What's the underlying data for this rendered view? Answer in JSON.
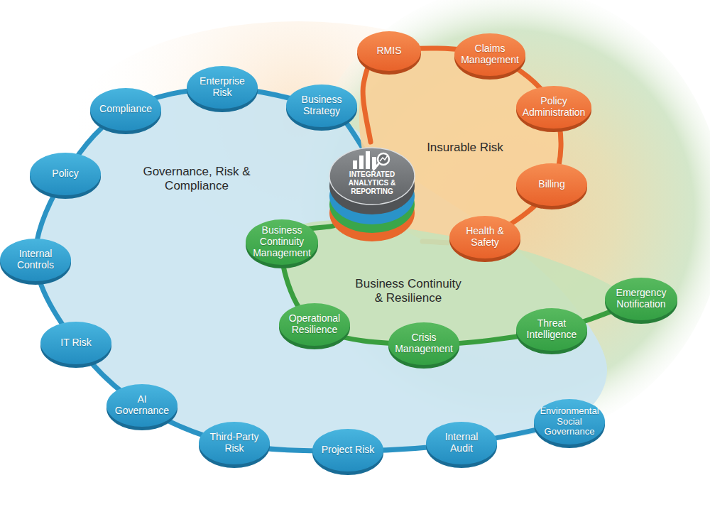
{
  "diagram": {
    "nodes": [
      {
        "text": [
          "Governance, Risk & Compliance"
        ]
      },
      {
        "text": [
          "Compliance"
        ],
        "in": 0
      },
      {
        "text": [
          "Enterprise Risk"
        ],
        "in": 0
      },
      {
        "text": [
          "Business Strategy"
        ],
        "in": 0
      },
      {
        "text": [
          "Policy"
        ],
        "in": 0
      },
      {
        "text": [
          "Internal Controls"
        ],
        "in": 0
      },
      {
        "text": [
          "IT Risk"
        ],
        "in": 0
      },
      {
        "text": [
          "AI Governance"
        ],
        "in": 0
      },
      {
        "text": [
          "Third-Party Risk"
        ],
        "in": 0
      },
      {
        "text": [
          "Project Risk"
        ],
        "in": 0
      },
      {
        "text": [
          "Internal Audit"
        ],
        "in": 0
      },
      {
        "text": [
          "Environmental Social Governance"
        ],
        "in": 0
      },
      {
        "text": [
          "Insurable Risk"
        ]
      },
      {
        "text": [
          "RMIS"
        ],
        "in": 12
      },
      {
        "text": [
          "Claims Management"
        ],
        "in": 12
      },
      {
        "text": [
          "Policy Administration"
        ],
        "in": 12
      },
      {
        "text": [
          "Billing"
        ],
        "in": 12
      },
      {
        "text": [
          "Health & Safety"
        ],
        "in": 12
      },
      {
        "text": [
          "Business Continuity & Resilience"
        ]
      },
      {
        "text": [
          "Business Continuity Management"
        ],
        "in": 18
      },
      {
        "text": [
          "Operational Resilience"
        ],
        "in": 18
      },
      {
        "text": [
          "Crisis Management"
        ],
        "in": 18
      },
      {
        "text": [
          "Threat Intelligence"
        ],
        "in": 18
      },
      {
        "text": [
          "Emergency Notification"
        ],
        "in": 18
      },
      {
        "text": [
          "INTEGRATED ANALYTICS & REPORTING"
        ]
      }
    ]
  }
}
